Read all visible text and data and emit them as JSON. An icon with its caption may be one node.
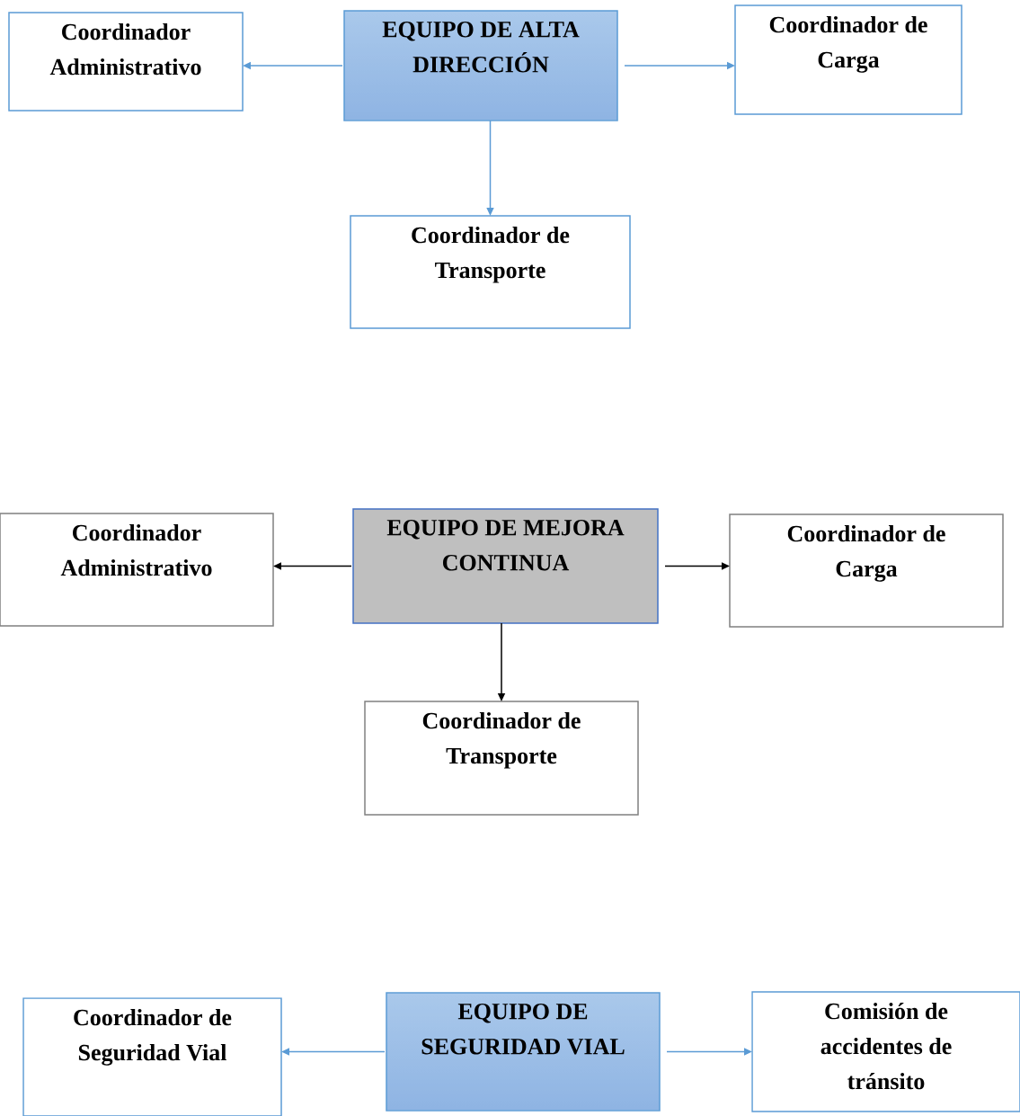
{
  "diagram": {
    "nodes": [
      {
        "text": [
          "EQUIPO DE ALTA DIRECCIÓN"
        ]
      },
      {
        "text": [
          "Coordinador Administrativo"
        ]
      },
      {
        "text": [
          "Coordinador de Carga"
        ]
      },
      {
        "text": [
          "Coordinador de Transporte"
        ]
      },
      {
        "text": [
          "EQUIPO DE MEJORA CONTINUA"
        ]
      },
      {
        "text": [
          "Coordinador Administrativo"
        ]
      },
      {
        "text": [
          "Coordinador de Carga"
        ]
      },
      {
        "text": [
          "Coordinador de Transporte"
        ]
      },
      {
        "text": [
          "EQUIPO DE SEGURIDAD VIAL"
        ]
      },
      {
        "text": [
          "Coordinador de Seguridad Vial"
        ]
      },
      {
        "text": [
          "Comisión de accidentes de tránsito"
        ]
      }
    ],
    "edges": [
      {
        "from": 0,
        "to": 1,
        "arrow": "to"
      },
      {
        "from": 0,
        "to": 2,
        "arrow": "to"
      },
      {
        "from": 0,
        "to": 3,
        "arrow": "to"
      },
      {
        "from": 4,
        "to": 5,
        "arrow": "to",
        "color": "#000000"
      },
      {
        "from": 4,
        "to": 6,
        "arrow": "to",
        "color": "#000000"
      },
      {
        "from": 4,
        "to": 7,
        "arrow": "to",
        "color": "#000000"
      },
      {
        "from": 8,
        "to": 9,
        "arrow": "to"
      },
      {
        "from": 8,
        "to": 10,
        "arrow": "to"
      }
    ]
  }
}
